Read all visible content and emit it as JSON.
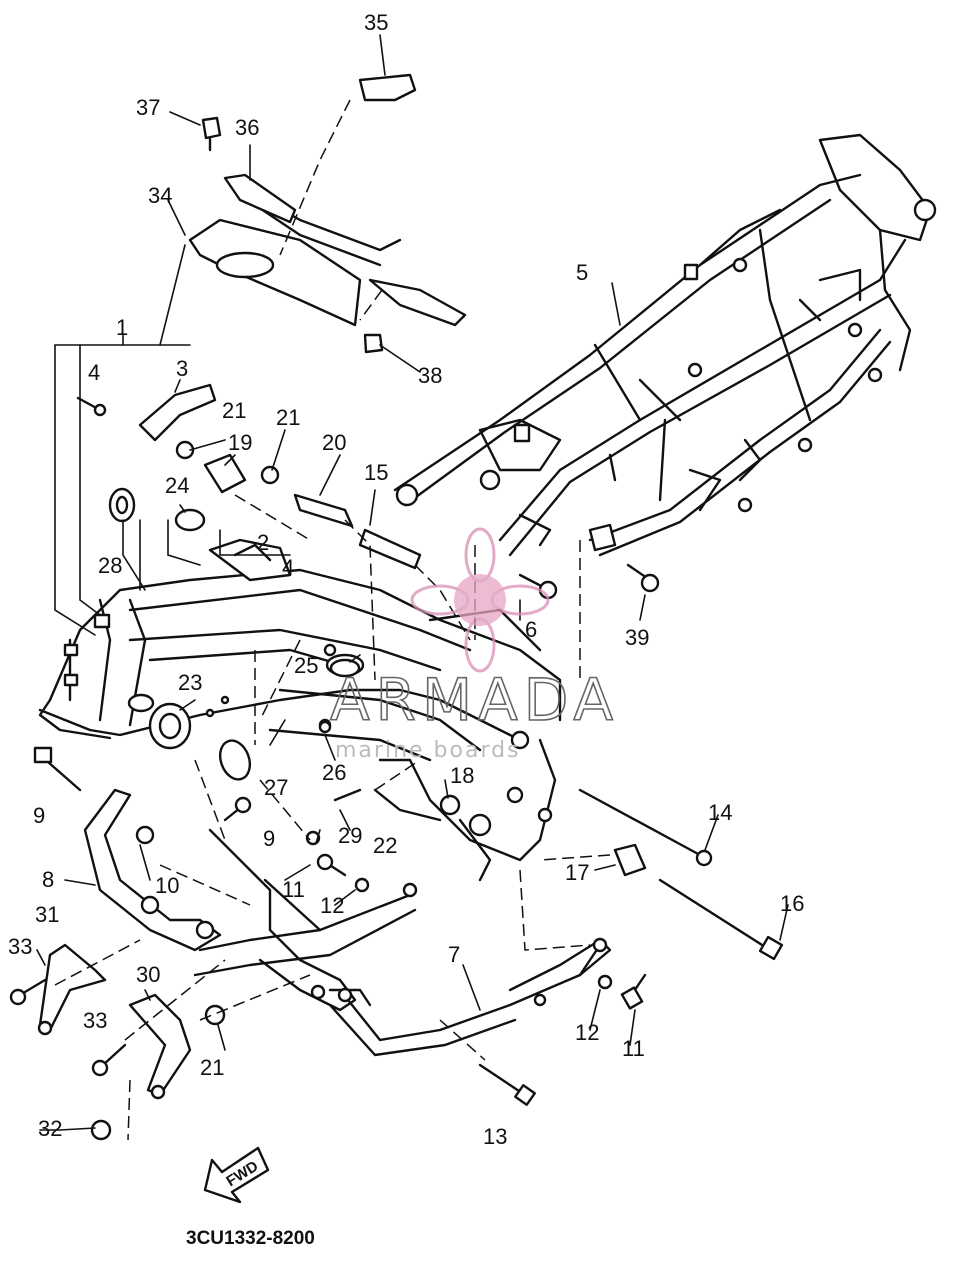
{
  "diagram": {
    "part_code": "3CU1332-8200",
    "forward_label": "FWD",
    "watermark": {
      "brand": "ARMADA",
      "tagline": "marine boards"
    },
    "callouts": [
      {
        "id": "c1",
        "label": "1"
      },
      {
        "id": "c2",
        "label": "2"
      },
      {
        "id": "c3",
        "label": "3"
      },
      {
        "id": "c4",
        "label": "4"
      },
      {
        "id": "c4b",
        "label": "4"
      },
      {
        "id": "c5",
        "label": "5"
      },
      {
        "id": "c6",
        "label": "6"
      },
      {
        "id": "c7",
        "label": "7"
      },
      {
        "id": "c8",
        "label": "8"
      },
      {
        "id": "c9",
        "label": "9"
      },
      {
        "id": "c9b",
        "label": "9"
      },
      {
        "id": "c10",
        "label": "10"
      },
      {
        "id": "c11",
        "label": "11"
      },
      {
        "id": "c11b",
        "label": "11"
      },
      {
        "id": "c12",
        "label": "12"
      },
      {
        "id": "c12b",
        "label": "12"
      },
      {
        "id": "c13",
        "label": "13"
      },
      {
        "id": "c14",
        "label": "14"
      },
      {
        "id": "c15",
        "label": "15"
      },
      {
        "id": "c16",
        "label": "16"
      },
      {
        "id": "c17",
        "label": "17"
      },
      {
        "id": "c18",
        "label": "18"
      },
      {
        "id": "c19",
        "label": "19"
      },
      {
        "id": "c20",
        "label": "20"
      },
      {
        "id": "c21",
        "label": "21"
      },
      {
        "id": "c21b",
        "label": "21"
      },
      {
        "id": "c21c",
        "label": "21"
      },
      {
        "id": "c22",
        "label": "22"
      },
      {
        "id": "c23",
        "label": "23"
      },
      {
        "id": "c24",
        "label": "24"
      },
      {
        "id": "c25",
        "label": "25"
      },
      {
        "id": "c26",
        "label": "26"
      },
      {
        "id": "c27",
        "label": "27"
      },
      {
        "id": "c28",
        "label": "28"
      },
      {
        "id": "c29",
        "label": "29"
      },
      {
        "id": "c30",
        "label": "30"
      },
      {
        "id": "c31",
        "label": "31"
      },
      {
        "id": "c32",
        "label": "32"
      },
      {
        "id": "c33",
        "label": "33"
      },
      {
        "id": "c33b",
        "label": "33"
      },
      {
        "id": "c34",
        "label": "34"
      },
      {
        "id": "c35",
        "label": "35"
      },
      {
        "id": "c36",
        "label": "36"
      },
      {
        "id": "c37",
        "label": "37"
      },
      {
        "id": "c38",
        "label": "38"
      },
      {
        "id": "c39",
        "label": "39"
      }
    ]
  }
}
